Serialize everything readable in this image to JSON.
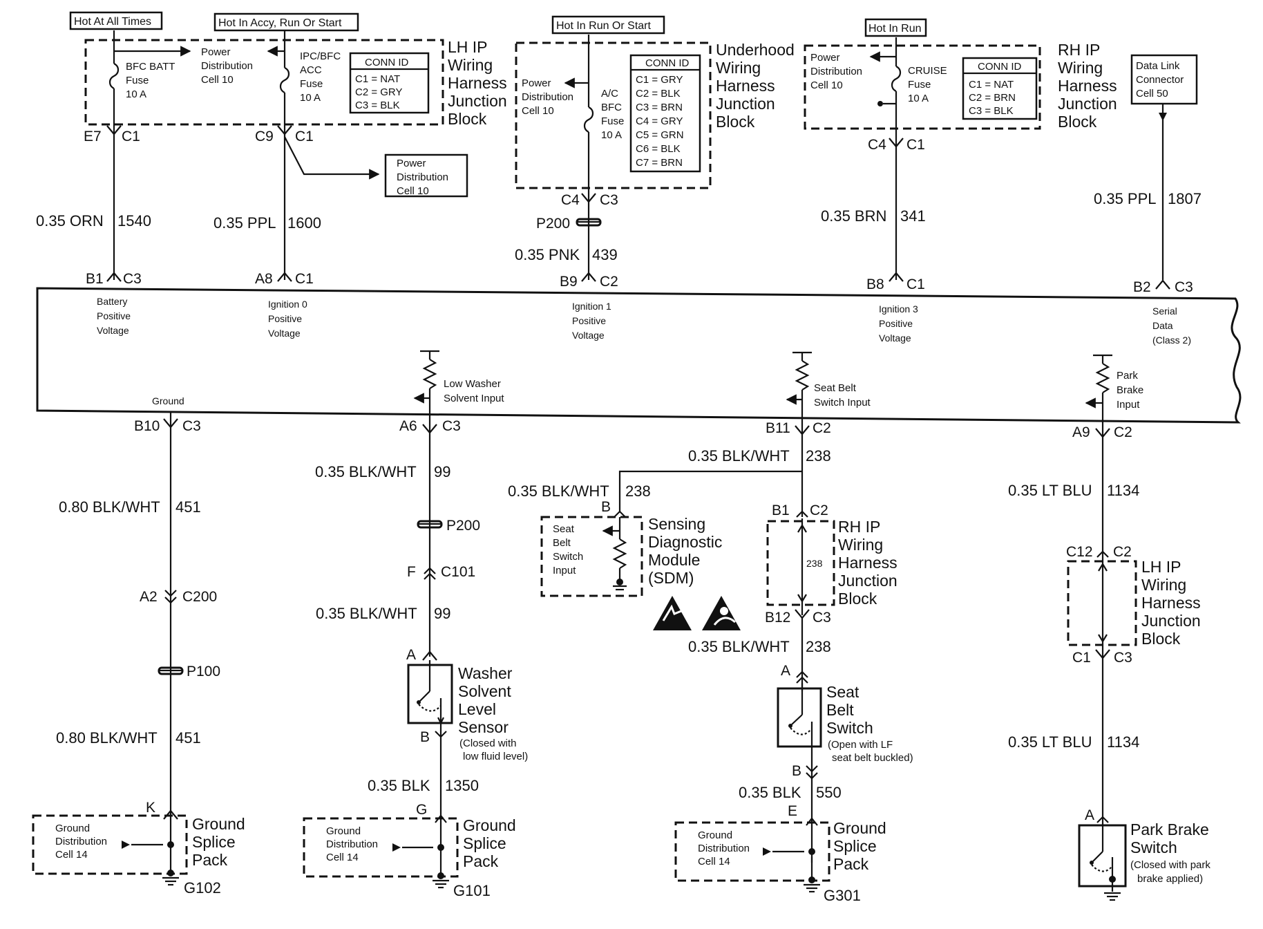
{
  "headers": {
    "hot_at_all_times": "Hot At All Times",
    "hot_accy": "Hot In Accy, Run Or Start",
    "hot_run_start": "Hot In Run Or Start",
    "hot_run": "Hot In Run"
  },
  "lh_block": {
    "fuse1": [
      "BFC BATT",
      "Fuse",
      "10 A"
    ],
    "pdc": [
      "Power",
      "Distribution",
      "Cell 10"
    ],
    "fuse2": [
      "IPC/BFC",
      "ACC",
      "Fuse",
      "10 A"
    ],
    "conn_title": "CONN ID",
    "conn_rows": [
      "C1 = NAT",
      "C2 = GRY",
      "C3 = BLK"
    ],
    "name": [
      "LH IP",
      "Wiring",
      "Harness",
      "Junction",
      "Block"
    ]
  },
  "uh_block": {
    "pdc": [
      "Power",
      "Distribution",
      "Cell 10"
    ],
    "fuse": [
      "A/C",
      "BFC",
      "Fuse",
      "10 A"
    ],
    "conn_title": "CONN ID",
    "conn_rows": [
      "C1 = GRY",
      "C2 = BLK",
      "C3 = BRN",
      "C4 = GRY",
      "C5 = GRN",
      "C6 = BLK",
      "C7 = BRN"
    ],
    "name": [
      "Underhood",
      "Wiring",
      "Harness",
      "Junction",
      "Block"
    ]
  },
  "rh_block": {
    "pdc": [
      "Power",
      "Distribution",
      "Cell 10"
    ],
    "fuse": [
      "CRUISE",
      "Fuse",
      "10 A"
    ],
    "conn_title": "CONN ID",
    "conn_rows": [
      "C1 = NAT",
      "C2 = BRN",
      "C3 = BLK"
    ],
    "name": [
      "RH IP",
      "Wiring",
      "Harness",
      "Junction",
      "Block"
    ]
  },
  "dlc": [
    "Data Link",
    "Connector",
    "Cell 50"
  ],
  "pdc_ref": [
    "Power",
    "Distribution",
    "Cell 10"
  ],
  "top_conns": {
    "e7": "E7",
    "c1a": "C1",
    "c9": "C9",
    "c1b": "C1",
    "c4a": "C4",
    "c3a": "C3",
    "p200": "P200",
    "c4b": "C4",
    "c1c": "C1"
  },
  "top_wires": {
    "w1540": "0.35 ORN",
    "n1540": "1540",
    "w1600": "0.35 PPL",
    "n1600": "1600",
    "w439": "0.35 PNK",
    "n439": "439",
    "w341": "0.35 BRN",
    "n341": "341",
    "w1807": "0.35 PPL",
    "n1807": "1807"
  },
  "module_pins_top": {
    "b1": "B1",
    "c3a": "C3",
    "a8": "A8",
    "c1a": "C1",
    "b9": "B9",
    "c2a": "C2",
    "b8": "B8",
    "c1b": "C1",
    "b2": "B2",
    "c3b": "C3"
  },
  "module_labels": {
    "batt": [
      "Battery",
      "Positive",
      "Voltage"
    ],
    "ign0": [
      "Ignition 0",
      "Positive",
      "Voltage"
    ],
    "ign1": [
      "Ignition 1",
      "Positive",
      "Voltage"
    ],
    "ign3": [
      "Ignition 3",
      "Positive",
      "Voltage"
    ],
    "serial": [
      "Serial",
      "Data",
      "(Class 2)"
    ],
    "ground": "Ground",
    "washer_in": [
      "Low Washer",
      "Solvent Input"
    ],
    "seatbelt_in": [
      "Seat Belt",
      "Switch Input"
    ],
    "park_in": [
      "Park",
      "Brake",
      "Input"
    ]
  },
  "module_pins_bottom": {
    "b10": "B10",
    "c3a": "C3",
    "a6": "A6",
    "c3b": "C3",
    "b11": "B11",
    "c2a": "C2",
    "a9": "A9",
    "c2b": "C2"
  },
  "ground_circuit": {
    "w1": "0.80 BLK/WHT",
    "n1": "451",
    "a2": "A2",
    "c200": "C200",
    "p100": "P100",
    "w2": "0.80 BLK/WHT",
    "n2": "451",
    "k": "K",
    "gdist": [
      "Ground",
      "Distribution",
      "Cell 14"
    ],
    "gsp": [
      "Ground",
      "Splice",
      "Pack"
    ],
    "g": "G102"
  },
  "washer_circuit": {
    "w1": "0.35 BLK/WHT",
    "n1": "99",
    "p200": "P200",
    "f": "F",
    "c101": "C101",
    "w2": "0.35 BLK/WHT",
    "n2": "99",
    "a": "A",
    "sensor": [
      "Washer",
      "Solvent",
      "Level",
      "Sensor"
    ],
    "note": [
      "(Closed with",
      "low fluid level)"
    ],
    "b": "B",
    "w3": "0.35 BLK",
    "n3": "1350",
    "gpin": "G",
    "gdist": [
      "Ground",
      "Distribution",
      "Cell 14"
    ],
    "gsp": [
      "Ground",
      "Splice",
      "Pack"
    ],
    "g": "G101"
  },
  "seatbelt_circuit": {
    "w1": "0.35 BLK/WHT",
    "n1": "238",
    "w_sdm": "0.35 BLK/WHT",
    "n_sdm": "238",
    "sdm_pin": "B",
    "sdm_input": [
      "Seat",
      "Belt",
      "Switch",
      "Input"
    ],
    "sdm": [
      "Sensing",
      "Diagnostic",
      "Module",
      "(SDM)"
    ],
    "b1": "B1",
    "c2": "C2",
    "inner": "238",
    "rh": [
      "RH IP",
      "Wiring",
      "Harness",
      "Junction",
      "Block"
    ],
    "b12": "B12",
    "c3": "C3",
    "w2": "0.35 BLK/WHT",
    "n2": "238",
    "a": "A",
    "switch": [
      "Seat",
      "Belt",
      "Switch"
    ],
    "note": [
      "(Open with LF",
      "seat belt buckled)"
    ],
    "b": "B",
    "w3": "0.35 BLK",
    "n3": "550",
    "e": "E",
    "gdist": [
      "Ground",
      "Distribution",
      "Cell 14"
    ],
    "gsp": [
      "Ground",
      "Splice",
      "Pack"
    ],
    "g": "G301"
  },
  "park_circuit": {
    "w1": "0.35 LT BLU",
    "n1": "1134",
    "c12": "C12",
    "c2": "C2",
    "lh": [
      "LH IP",
      "Wiring",
      "Harness",
      "Junction",
      "Block"
    ],
    "c1": "C1",
    "c3": "C3",
    "w2": "0.35 LT BLU",
    "n2": "1134",
    "a": "A",
    "switch": [
      "Park Brake",
      "Switch"
    ],
    "note": [
      "(Closed with park",
      "brake applied)"
    ]
  },
  "colors": {
    "ink": "#111111",
    "paper": "#ffffff"
  }
}
